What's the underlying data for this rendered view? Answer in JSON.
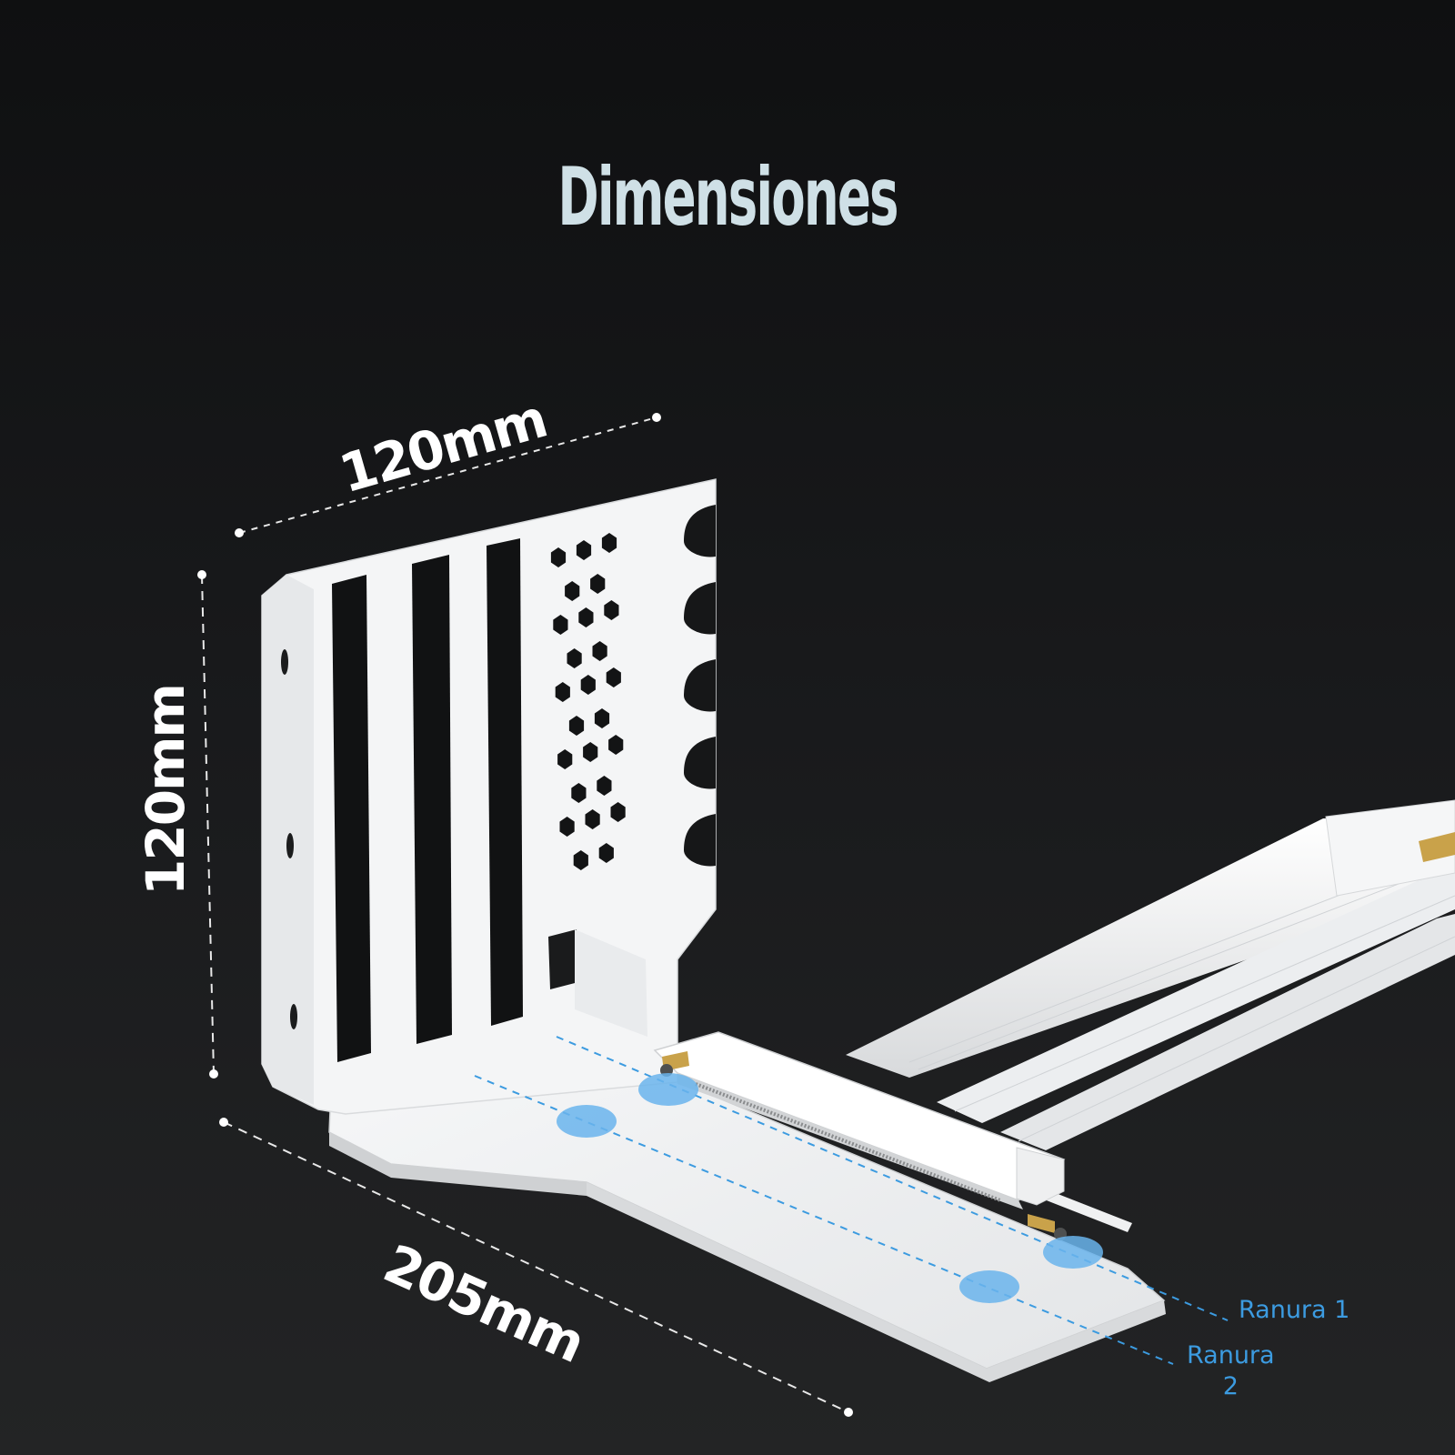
{
  "title": "Dimensiones",
  "dimensions": {
    "width_top": "120mm",
    "height_left": "120mm",
    "length_bottom": "205mm"
  },
  "slots": {
    "slot1": "Ranura 1",
    "slot2_line1": "Ranura",
    "slot2_line2": "2"
  },
  "colors": {
    "background": "#161718",
    "title": "#cfe0e6",
    "dimension_text": "#ffffff",
    "slot_marker": "#3c9be0",
    "bracket": "#f4f5f6"
  }
}
